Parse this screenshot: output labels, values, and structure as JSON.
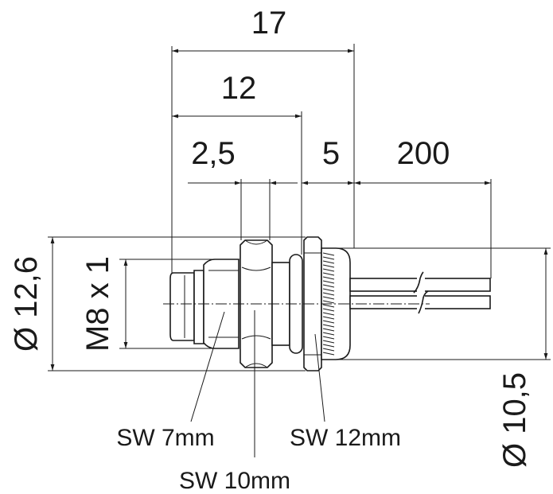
{
  "dimensions": {
    "overall_length": "17",
    "body_length": "12",
    "thread_length": "2,5",
    "flange_length": "5",
    "cable_length": "200",
    "flange_diameter": "Ø 12,6",
    "thread": "M8 x 1",
    "nut_diameter": "Ø 10,5"
  },
  "labels": {
    "wrench_small": "SW 7mm",
    "wrench_medium": "SW 10mm",
    "wrench_large": "SW 12mm"
  },
  "colors": {
    "line": "#1a1a1a",
    "background": "#ffffff"
  }
}
